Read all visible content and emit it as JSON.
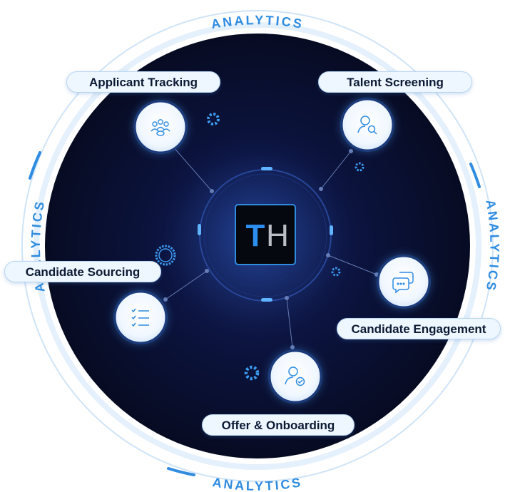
{
  "center_logo": {
    "letter_1": "T",
    "letter_2": "H"
  },
  "ring_labels": [
    "ANALYTICS",
    "ANALYTICS",
    "ANALYTICS",
    "ANALYTICS"
  ],
  "modules": [
    {
      "label": "Applicant Tracking",
      "icon": "people-group-icon"
    },
    {
      "label": "Talent Screening",
      "icon": "user-search-icon"
    },
    {
      "label": "Candidate Sourcing",
      "icon": "checklist-icon"
    },
    {
      "label": "Candidate Engagement",
      "icon": "chat-bubbles-icon"
    },
    {
      "label": "Offer & Onboarding",
      "icon": "user-check-icon"
    }
  ],
  "colors": {
    "background": "#ffffff",
    "disc": "#0a1030",
    "accent": "#2f8ce0",
    "pill_fill": "#eef6ff",
    "pill_border": "#b9d6f2"
  }
}
